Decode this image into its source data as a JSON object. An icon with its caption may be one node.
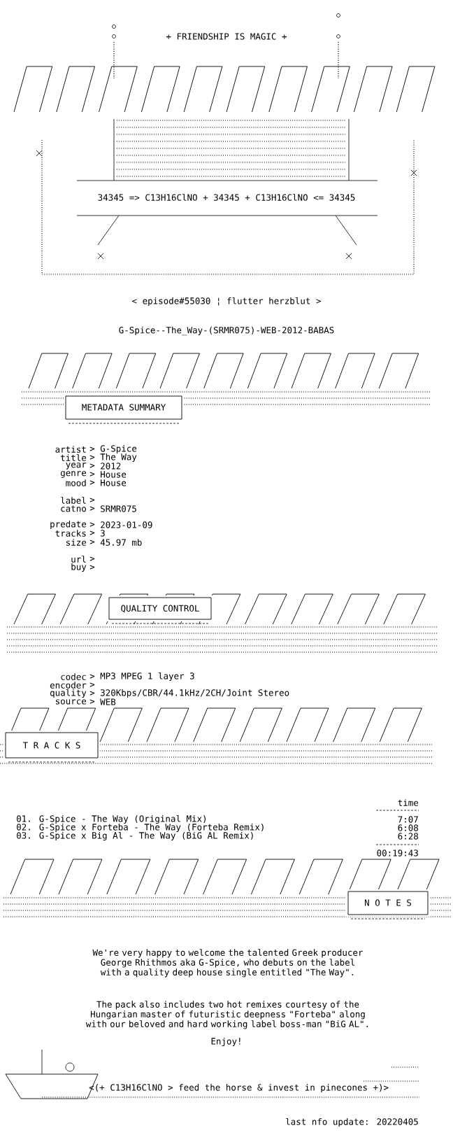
{
  "diagram": {
    "labels": [
      "+ FRIENDSHIP IS MAGIC +",
      "34345 => C13H16ClNO + 34345 + C13H16ClNO <= 34345",
      "< episode#55030 ¦ flutter herzblut >",
      "G-Spice--The_Way-(SRMR075)-WEB-2012-BABAS",
      "METADATA SUMMARY",
      "artist",
      ">",
      "G-Spice",
      "title",
      ">",
      "The Way",
      "year",
      ">",
      "2012",
      "genre",
      ">",
      "House",
      "mood",
      ">",
      "House",
      "label",
      ">",
      "catno",
      ">",
      "SRMR075",
      "predate",
      ">",
      "2023-01-09",
      "tracks",
      ">",
      "3",
      "size",
      ">",
      "45.97 mb",
      "url",
      ">",
      "buy",
      ">",
      "QUALITY CONTROL",
      "codec",
      ">",
      "MP3 MPEG 1 layer 3",
      "encoder",
      ">",
      "quality",
      ">",
      "320Kbps/CBR/44.1kHz/2CH/Joint Stereo",
      "source",
      ">",
      "WEB",
      "T R A C K S",
      "time",
      "01. G-Spice - The Way (Original Mix)",
      "7:07",
      "02. G-Spice x Forteba - The Way (Forteba Remix)",
      "6:08",
      "03. G-Spice x Big Al - The Way (BiG AL Remix)",
      "6:28",
      "00:19:43",
      "N O T E S",
      "We're very happy to welcome the talented Greek producer George Rhithmos aka G-Spice, who debuts on the label with a quality deep house single entitled \"The Way\".",
      "The pack also includes two hot remixes courtesy of the Hungarian master of futuristic deepness \"Forteba\" along with our beloved and hard working label boss-man \"BiG AL\".",
      "Enjoy!",
      "<(+ C13H16ClNO > feed the horse & invest in pinecones +)>",
      "last nfo update: 20220405"
    ]
  }
}
